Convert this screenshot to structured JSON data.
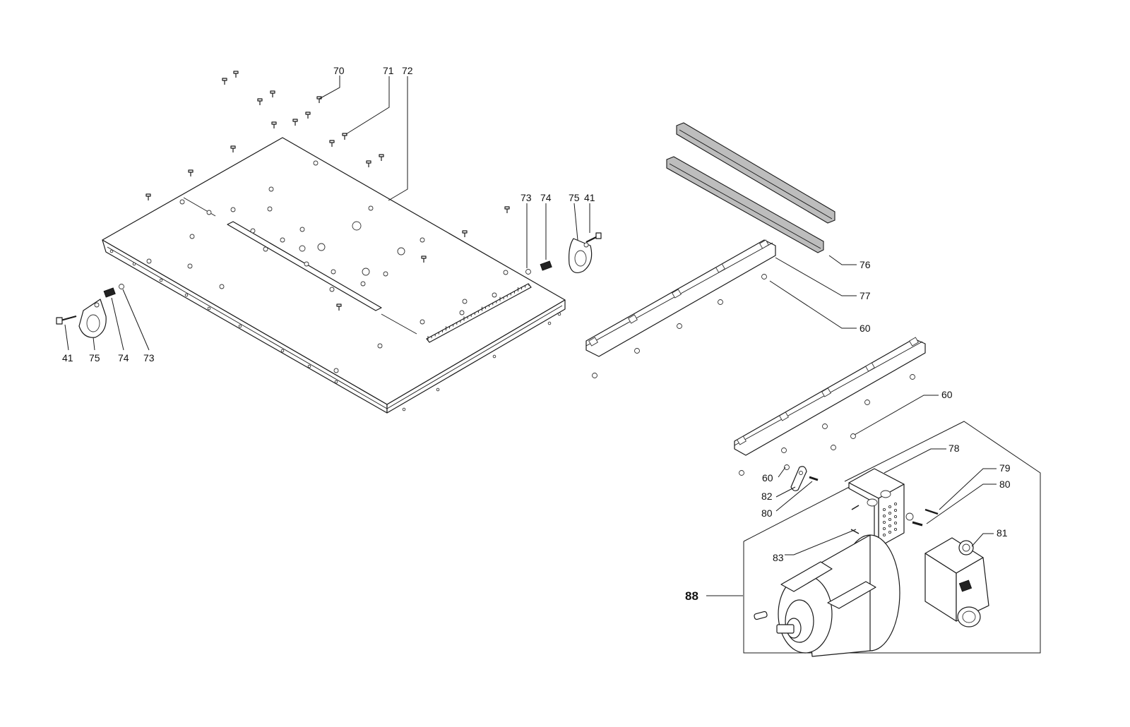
{
  "labels": {
    "l70": "70",
    "l71": "71",
    "l72": "72",
    "l73a": "73",
    "l74a": "74",
    "l75a": "75",
    "l41a": "41",
    "l41b": "41",
    "l75b": "75",
    "l74b": "74",
    "l73b": "73",
    "l76": "76",
    "l77": "77",
    "l60a": "60",
    "l60b": "60",
    "l60c": "60",
    "l78": "78",
    "l79": "79",
    "l80a": "80",
    "l80b": "80",
    "l82": "82",
    "l81": "81",
    "l83": "83",
    "l88": "88"
  }
}
